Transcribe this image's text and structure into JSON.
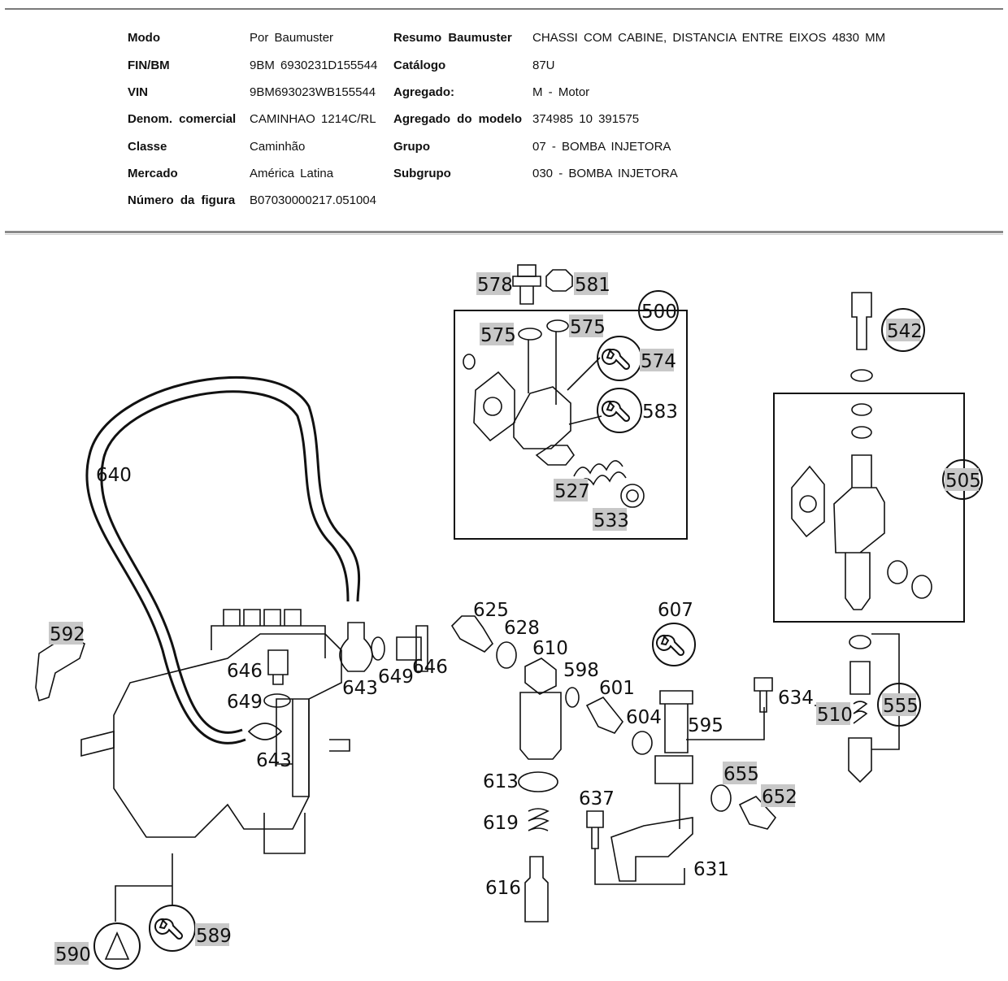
{
  "header": {
    "rows": [
      {
        "l1": "Modo",
        "v1": "Por Baumuster",
        "l2": "Resumo Baumuster",
        "v2": "CHASSI COM CABINE, DISTANCIA ENTRE EIXOS 4830 MM"
      },
      {
        "l1": "FIN/BM",
        "v1": "9BM 6930231D155544",
        "l2": "Catálogo",
        "v2": "87U"
      },
      {
        "l1": "VIN",
        "v1": "9BM693023WB155544",
        "l2": "Agregado:",
        "v2": "M - Motor"
      },
      {
        "l1": "Denom. comercial",
        "v1": "CAMINHAO 1214C/RL",
        "l2": "Agregado do modelo",
        "v2": "374985 10 391575"
      },
      {
        "l1": "Classe",
        "v1": "Caminhão",
        "l2": "Grupo",
        "v2": "07 - BOMBA INJETORA"
      },
      {
        "l1": "Mercado",
        "v1": "América Latina",
        "l2": "Subgrupo",
        "v2": "030 - BOMBA INJETORA"
      },
      {
        "l1": "Número da figura",
        "v1": "B07030000217.051004",
        "l2": "",
        "v2": ""
      }
    ]
  },
  "diagram": {
    "callouts": {
      "c578": "578",
      "c581": "581",
      "c500": "500",
      "c575a": "575",
      "c575b": "575",
      "c574": "574",
      "c583": "583",
      "c527": "527",
      "c533": "533",
      "c542": "542",
      "c505": "505",
      "c640": "640",
      "c592": "592",
      "c646a": "646",
      "c649a": "649",
      "c643a": "643",
      "c643b": "643",
      "c649b": "649",
      "c646b": "646",
      "c625": "625",
      "c628": "628",
      "c610": "610",
      "c598": "598",
      "c601": "601",
      "c604": "604",
      "c607": "607",
      "c595": "595",
      "c634": "634",
      "c510": "510",
      "c555": "555",
      "c613": "613",
      "c655": "655",
      "c652": "652",
      "c637": "637",
      "c619": "619",
      "c631": "631",
      "c616": "616",
      "c590": "590",
      "c589": "589"
    },
    "icons": [
      "wrench-icon",
      "gear-socket-icon"
    ]
  }
}
